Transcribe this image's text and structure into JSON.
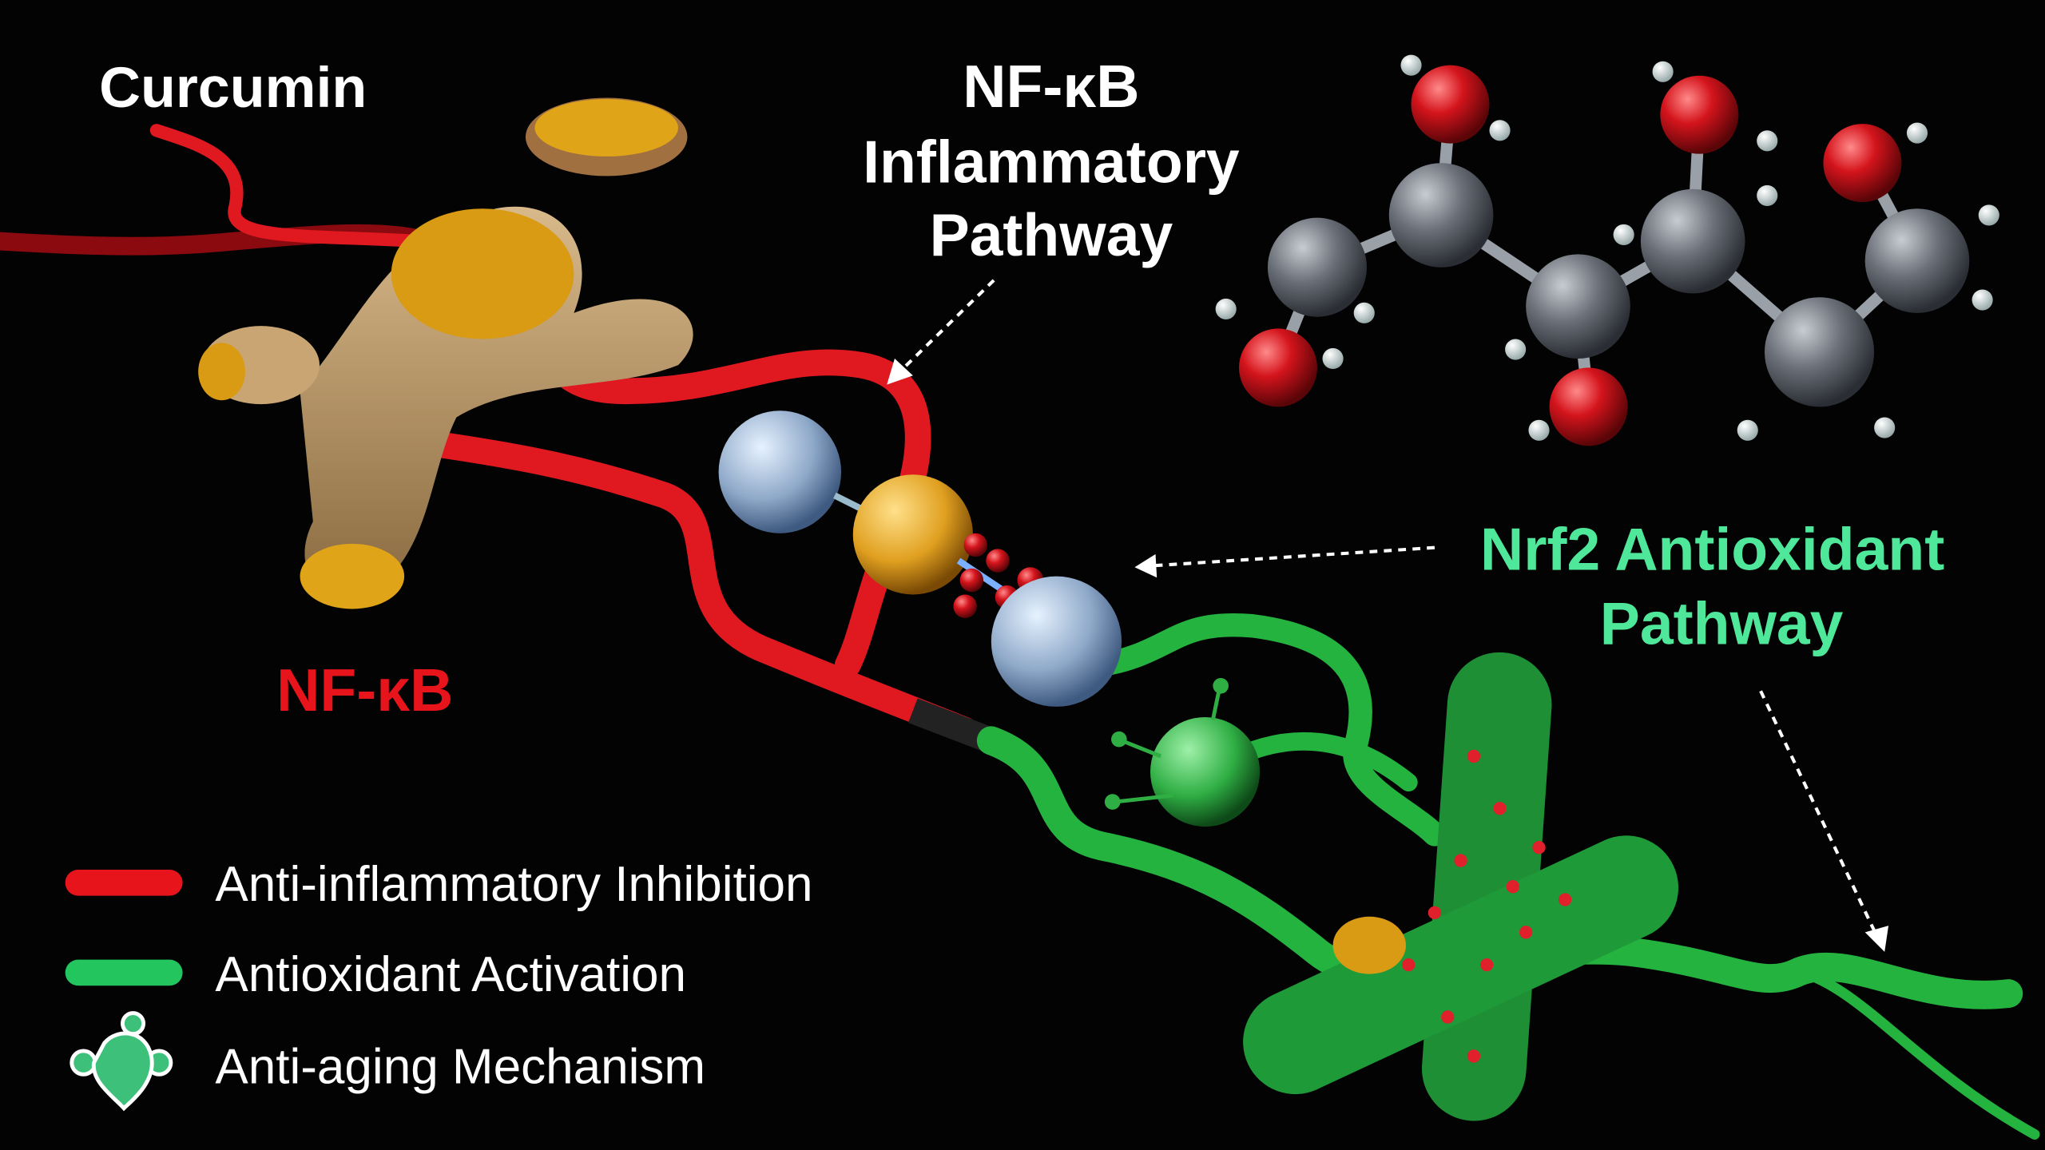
{
  "labels": {
    "curcumin": "Curcumin",
    "nfkb_pathway": [
      "NF-κB",
      "Inflammatory",
      "Pathway"
    ],
    "nfkb": "NF-κB",
    "nrf2_pathway": [
      "Nrf2 Antioxidant",
      "Pathway"
    ]
  },
  "legend": {
    "items": [
      {
        "label": "Anti-inflammatory Inhibition",
        "icon": "red-tube",
        "color": "#e8141c"
      },
      {
        "label": "Antioxidant Activation",
        "icon": "green-tube",
        "color": "#22c55e"
      },
      {
        "label": "Anti-aging Mechanism",
        "icon": "green-cell-icon",
        "color": "#3cc07a"
      }
    ]
  },
  "colors": {
    "background": "#030303",
    "nfkb": "#e8141c",
    "nrf2": "#4fe89a",
    "text": "#ffffff"
  }
}
